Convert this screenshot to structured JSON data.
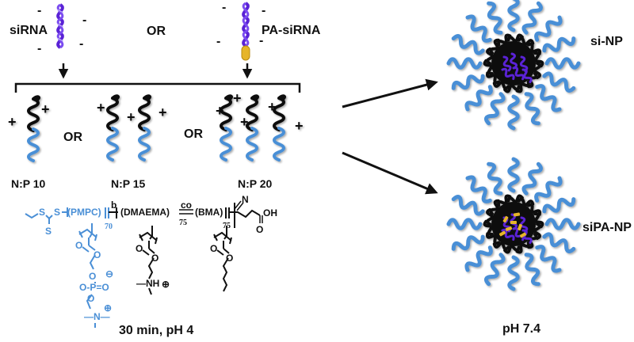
{
  "colors": {
    "rna": "#5a22d6",
    "polymer_core": "#111111",
    "pmpc": "#4a8fd6",
    "pa_tail": "#e6b52a"
  },
  "top": {
    "sirna_label": "siRNA",
    "or_label": "OR",
    "pa_sirna_label": "PA-siRNA",
    "minus": "-"
  },
  "polymers": {
    "or1": "OR",
    "or2": "OR",
    "plus": "+",
    "ratios": [
      "N:P 10",
      "N:P 15",
      "N:P 20"
    ]
  },
  "chemistry": {
    "s1": "S",
    "s2": "S",
    "s3": "S",
    "pmpc": "(PMPC)",
    "b": "b",
    "n70": "70",
    "dmaema": "(DMAEMA)",
    "co": "co",
    "n75a": "75",
    "bma": "(BMA)",
    "n75b": "75",
    "cn": "N",
    "oh": "OH",
    "o": "O",
    "o_ester1": "O",
    "o_ester2": "O",
    "o_ester3": "O",
    "o_ester4": "O",
    "p_group": "O-P=O",
    "o_p_top": "O",
    "o_p_bot": "O",
    "minus_charge": "⊖",
    "plus_charge": "⊕",
    "nme3": "—N—",
    "nh": "—NH",
    "plus_charge2": "⊕"
  },
  "conditions": {
    "left": "30 min, pH 4",
    "right": "pH 7.4"
  },
  "products": {
    "si_np": "si-NP",
    "sipa_np": "siPA-NP"
  }
}
